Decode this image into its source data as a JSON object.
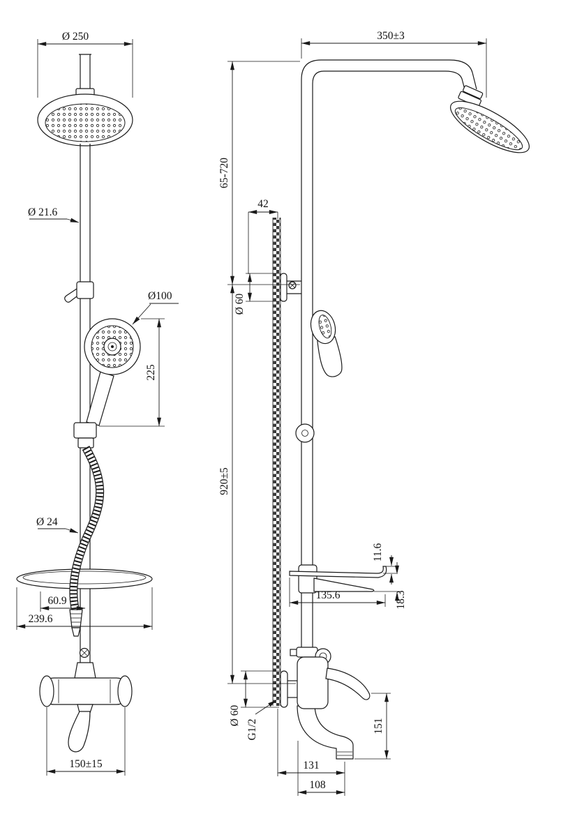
{
  "drawing": {
    "background_color": "#ffffff",
    "line_color": "#1a1a1a"
  },
  "front_view": {
    "labels": {
      "head_diameter": "Ø 250",
      "pipe_diameter": "Ø 21.6",
      "hand_shower_diameter": "Ø100",
      "hand_shower_length": "225",
      "hose_diameter": "Ø 24",
      "shelf_offset": "60.9",
      "shelf_width": "239.6",
      "inlet_spacing": "150±15"
    }
  },
  "side_view": {
    "labels": {
      "arm_reach": "350±3",
      "height_adjust": "65-720",
      "bracket_offset": "42",
      "bracket_diameter": "Ø 60",
      "column_height": "920±5",
      "shelf_lip": "11.6",
      "shelf_edge": "18.3",
      "shelf_depth": "135.6",
      "valve_diameter": "Ø 60",
      "thread": "G1/2",
      "spout_height": "151",
      "spout_reach": "131",
      "spout_length": "108"
    }
  }
}
